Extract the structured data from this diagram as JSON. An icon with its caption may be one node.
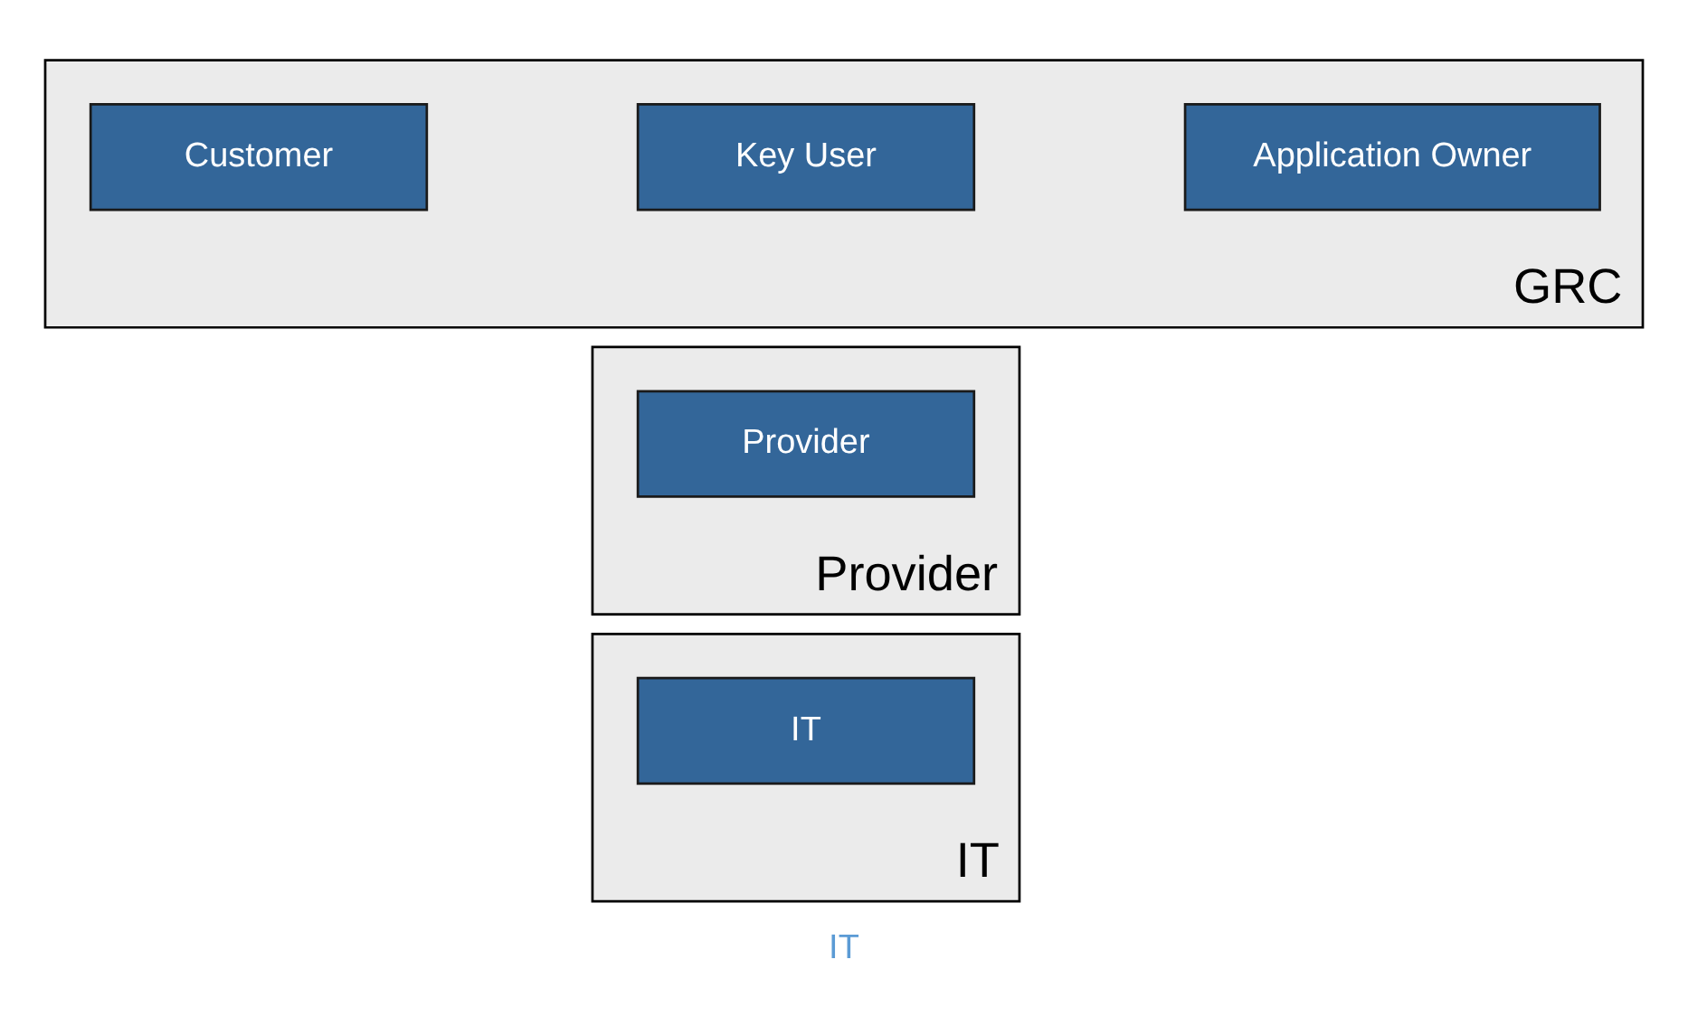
{
  "diagram": {
    "caption": "IT",
    "nodes": [
      {
        "text": [
          "GRC"
        ]
      },
      {
        "text": [
          "Application Owner"
        ],
        "in": 0
      },
      {
        "text": [
          "Key User"
        ],
        "in": 0
      },
      {
        "text": [
          "Customer"
        ],
        "in": 0
      },
      {
        "text": [
          "Provider"
        ]
      },
      {
        "text": [
          "Provider"
        ],
        "in": 4
      },
      {
        "text": [
          "IT"
        ]
      },
      {
        "text": [
          "IT"
        ],
        "in": 6
      }
    ],
    "edges": []
  }
}
